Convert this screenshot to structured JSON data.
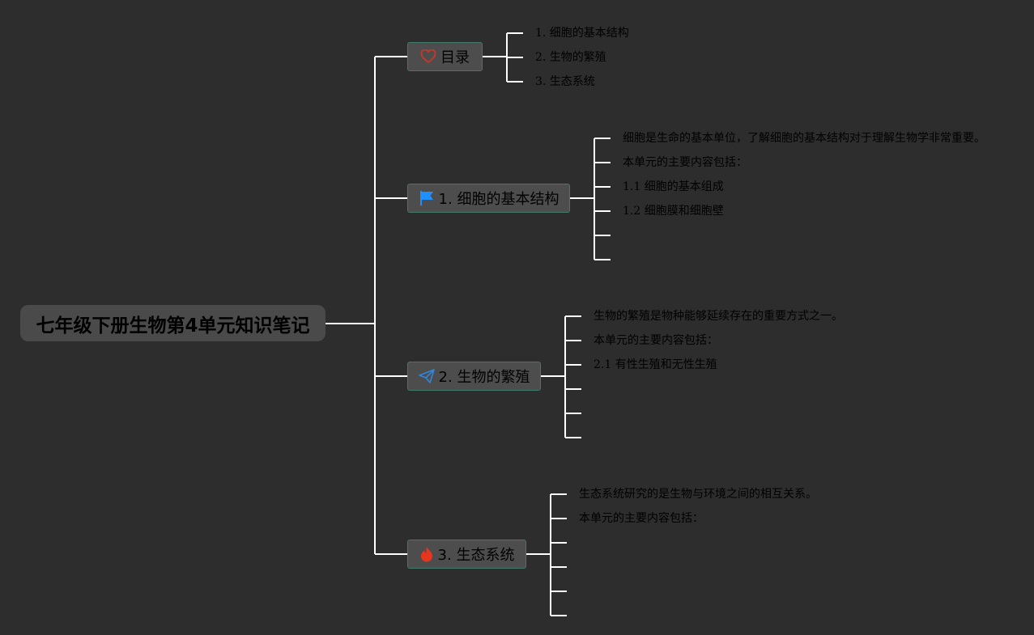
{
  "root": {
    "title": "七年级下册生物第4单元知识笔记"
  },
  "branches": [
    {
      "icon": "heart-icon",
      "label": "目录",
      "color": "#c0392b",
      "leaves": [
        "1. 细胞的基本结构",
        "2. 生物的繁殖",
        "3. 生态系统"
      ]
    },
    {
      "icon": "flag-icon",
      "label": "1. 细胞的基本结构",
      "color": "#1e90ff",
      "leaves": [
        "细胞是生命的基本单位，了解细胞的基本结构对于理解生物学非常重要。",
        "本单元的主要内容包括：",
        "1.1 细胞的基本组成",
        "1.2 细胞膜和细胞壁",
        "",
        ""
      ]
    },
    {
      "icon": "paper-plane-icon",
      "label": "2. 生物的繁殖",
      "color": "#2e86de",
      "leaves": [
        "生物的繁殖是物种能够延续存在的重要方式之一。",
        "本单元的主要内容包括：",
        "2.1 有性生殖和无性生殖",
        "",
        "",
        ""
      ]
    },
    {
      "icon": "flame-icon",
      "label": "3. 生态系统",
      "color": "#e8351e",
      "leaves": [
        "生态系统研究的是生物与环境之间的相互关系。",
        "本单元的主要内容包括：",
        "",
        "",
        "",
        ""
      ]
    }
  ],
  "colors": {
    "background": "#2d2d2d",
    "line": "#ffffff",
    "node_fill": "#4d4d4d",
    "node_border": "#3f7a6b"
  }
}
